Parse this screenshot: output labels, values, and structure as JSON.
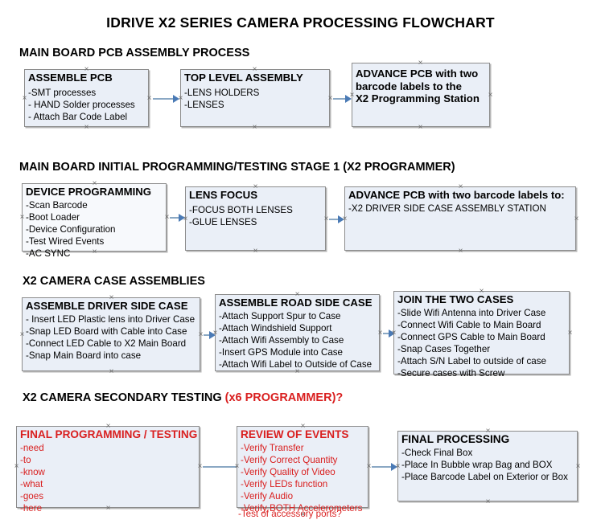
{
  "document": {
    "title": "IDRIVE X2  SERIES CAMERA PROCESSING FLOWCHART"
  },
  "colors": {
    "box_fill": "#eaeff7",
    "box_border": "#8c8c8c",
    "connector": "#8aa8c4",
    "arrowhead": "#4a7ab5",
    "accent_red": "#d91f1f",
    "text": "#000000",
    "background": "#ffffff"
  },
  "sections": [
    {
      "heading": "MAIN BOARD PCB ASSEMBLY PROCESS",
      "heading_accent": "",
      "boxes": [
        {
          "title": "ASSEMBLE PCB",
          "lines": [
            "-SMT processes",
            "- HAND Solder processes",
            "- Attach Bar Code Label"
          ]
        },
        {
          "title": "TOP LEVEL ASSEMBLY",
          "lines": [
            "-LENS HOLDERS",
            "-LENSES"
          ]
        },
        {
          "title": "ADVANCE PCB with two",
          "lines": [
            "barcode labels to the",
            " X2 Programming Station"
          ]
        }
      ]
    },
    {
      "heading": "MAIN BOARD INITIAL PROGRAMMING/TESTING STAGE 1 (X2 PROGRAMMER)",
      "heading_accent": "",
      "boxes": [
        {
          "title": "DEVICE PROGRAMMING",
          "lines": [
            "-Scan Barcode",
            "-Boot Loader",
            "-Device Configuration",
            "-Test Wired Events",
            "-AC SYNC"
          ]
        },
        {
          "title": "LENS FOCUS",
          "lines": [
            "-FOCUS BOTH LENSES",
            "-GLUE LENSES"
          ]
        },
        {
          "title": "ADVANCE PCB with two barcode labels to:",
          "lines": [
            "-X2 DRIVER  SIDE  CASE  ASSEMBLY STATION"
          ]
        }
      ]
    },
    {
      "heading": "X2 CAMERA CASE ASSEMBLIES",
      "heading_accent": "",
      "boxes": [
        {
          "title": "ASSEMBLE DRIVER SIDE CASE",
          "lines": [
            "- Insert LED Plastic lens into Driver Case",
            "-Snap LED Board with Cable into Case",
            "-Connect LED Cable to X2 Main Board",
            "-Snap Main Board into case"
          ]
        },
        {
          "title": "ASSEMBLE ROAD SIDE CASE",
          "lines": [
            "-Attach Support Spur to Case",
            "-Attach Windshield Support",
            "-Attach Wifi Assembly to Case",
            "-Insert GPS Module into Case",
            "-Attach Wifi Label to Outside of Case"
          ]
        },
        {
          "title": "JOIN THE TWO CASES",
          "lines": [
            "-Slide Wifi Antenna into Driver Case",
            "-Connect Wifi Cable to Main Board",
            "-Connect GPS Cable to Main Board",
            "-Snap Cases Together",
            "-Attach S/N Label to outside of case",
            "-Secure cases with Screw"
          ]
        }
      ]
    },
    {
      "heading": "X2 CAMERA SECONDARY TESTING ",
      "heading_accent": "(x6 PROGRAMMER)?",
      "boxes": [
        {
          "title": "FINAL PROGRAMMING / TESTING",
          "lines": [
            "-need",
            "-to",
            "-know",
            "-what",
            "-goes",
            "-here"
          ]
        },
        {
          "title": "REVIEW OF EVENTS",
          "lines": [
            "-Verify Transfer",
            "-Verify Correct Quantity",
            "-Verify Quality of Video",
            "-Verify LEDs function",
            "-Verify Audio",
            "-Verify BOTH Accelerometers"
          ],
          "overflow_line": "-Test of accessory ports?"
        },
        {
          "title": "FINAL PROCESSING",
          "lines": [
            " -Check Final Box",
            "-Place In Bubble wrap Bag and BOX",
            "-Place Barcode Label on Exterior or Box"
          ]
        }
      ]
    }
  ],
  "icons": {
    "handle": "×"
  }
}
